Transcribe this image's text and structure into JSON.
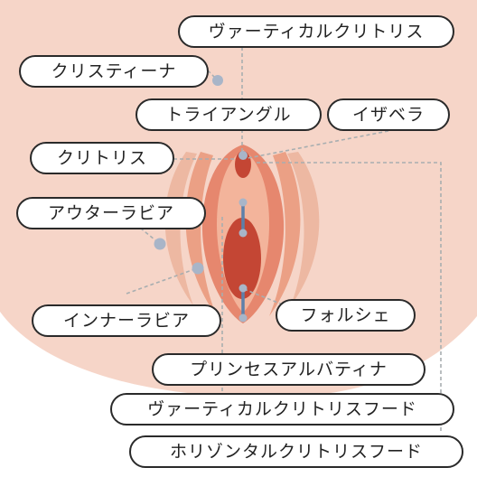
{
  "colors": {
    "skin": "#f6d5c8",
    "skin_dark": "#e6a084",
    "labia_outer": "#eba085",
    "labia_inner": "#e6876e",
    "vestibule": "#f3b49b",
    "opening": "#c44634",
    "marker": "#a8b5c8",
    "connector": "#a8aeb0",
    "pin": "#5d80aa"
  },
  "labels": {
    "vertical_clitoris": "ヴァーティカルクリトリス",
    "christina": "クリスティーナ",
    "triangle": "トライアングル",
    "isabella": "イザベラ",
    "clitoris": "クリトリス",
    "outer_labia": "アウターラビア",
    "inner_labia": "インナーラビア",
    "fourchette": "フォルシェ",
    "princess_albertina": "プリンセスアルバティナ",
    "vertical_clitoral_hood": "ヴァーティカルクリトリスフード",
    "horizontal_clitoral_hood": "ホリゾンタルクリトリスフード"
  }
}
